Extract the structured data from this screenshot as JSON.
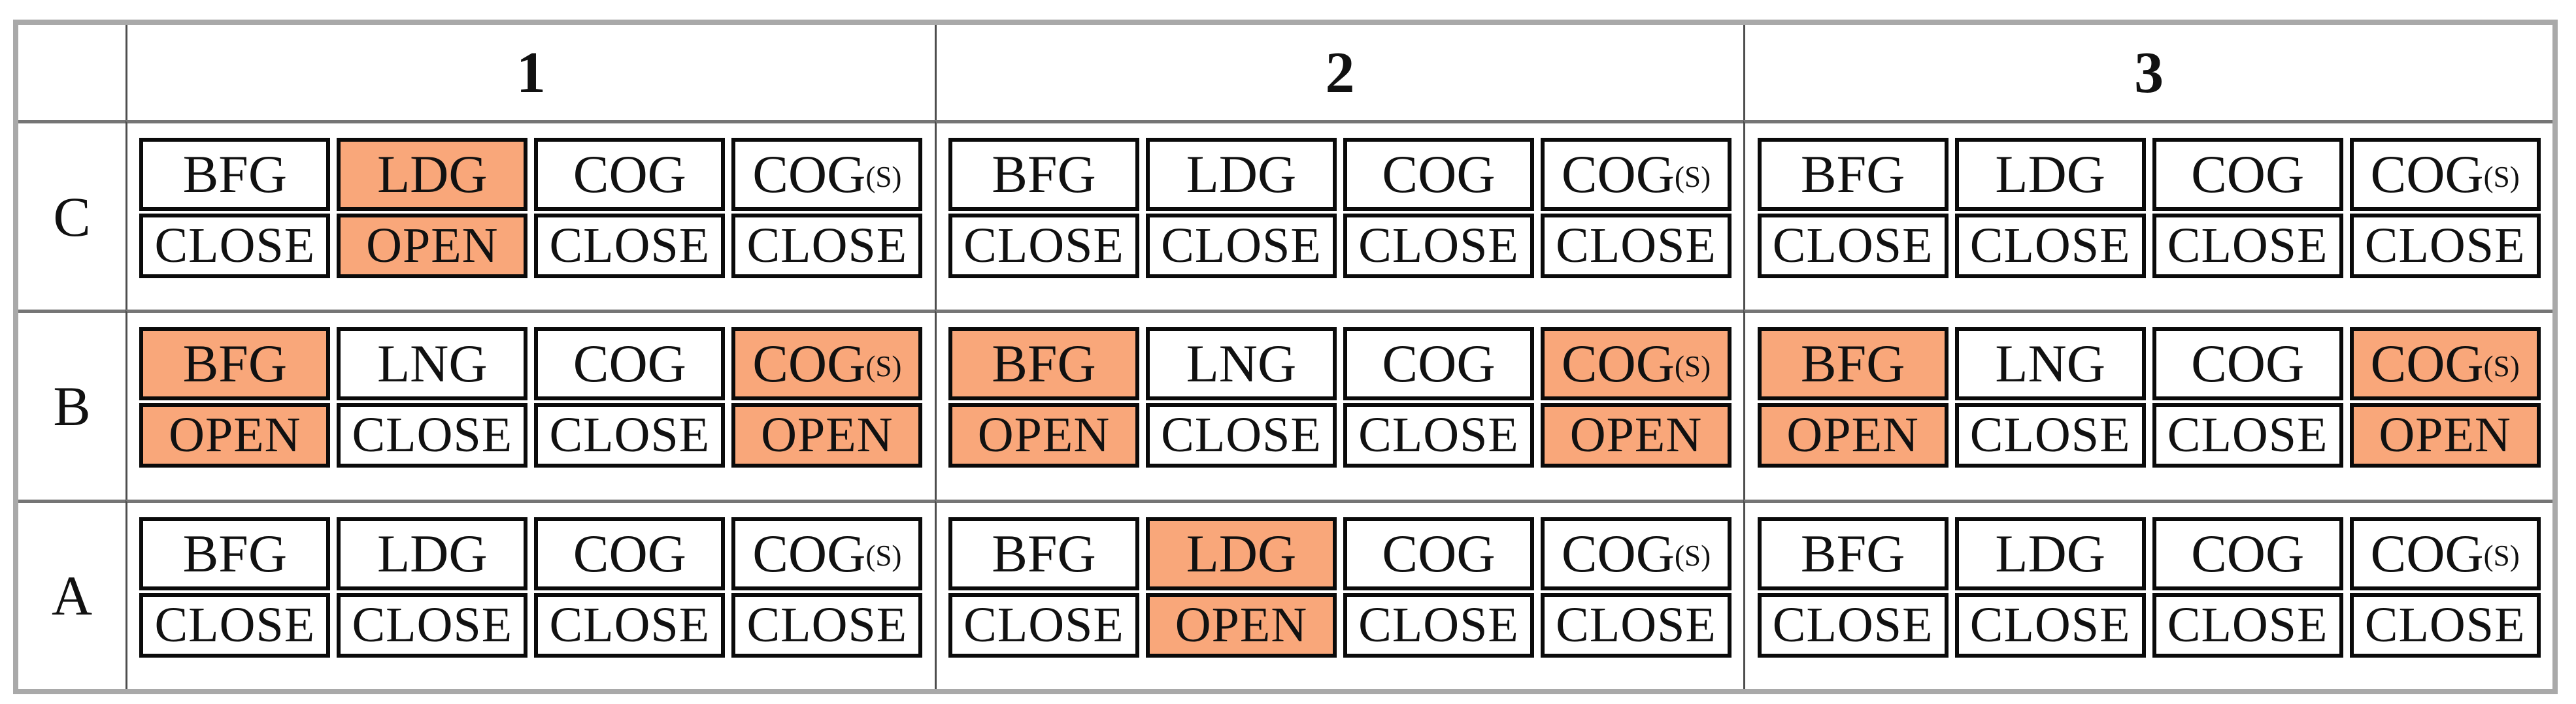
{
  "palette": {
    "open_fill": "#F9A77A",
    "closed_fill": "#FFFFFF",
    "frame_gray": "#A9A9A9",
    "grid_dark": "#4D4D4D",
    "row_gray": "#757575",
    "box_border": "#0A0A0A"
  },
  "header": {
    "columns": [
      "1",
      "2",
      "3"
    ]
  },
  "rows": [
    {
      "label": "C",
      "cells": [
        {
          "toggles": [
            {
              "gas": "BFG",
              "suffix": "",
              "state": "CLOSE",
              "open": false
            },
            {
              "gas": "LDG",
              "suffix": "",
              "state": "OPEN",
              "open": true
            },
            {
              "gas": "COG",
              "suffix": "",
              "state": "CLOSE",
              "open": false
            },
            {
              "gas": "COG",
              "suffix": "(S)",
              "state": "CLOSE",
              "open": false
            }
          ]
        },
        {
          "toggles": [
            {
              "gas": "BFG",
              "suffix": "",
              "state": "CLOSE",
              "open": false
            },
            {
              "gas": "LDG",
              "suffix": "",
              "state": "CLOSE",
              "open": false
            },
            {
              "gas": "COG",
              "suffix": "",
              "state": "CLOSE",
              "open": false
            },
            {
              "gas": "COG",
              "suffix": "(S)",
              "state": "CLOSE",
              "open": false
            }
          ]
        },
        {
          "toggles": [
            {
              "gas": "BFG",
              "suffix": "",
              "state": "CLOSE",
              "open": false
            },
            {
              "gas": "LDG",
              "suffix": "",
              "state": "CLOSE",
              "open": false
            },
            {
              "gas": "COG",
              "suffix": "",
              "state": "CLOSE",
              "open": false
            },
            {
              "gas": "COG",
              "suffix": "(S)",
              "state": "CLOSE",
              "open": false
            }
          ]
        }
      ]
    },
    {
      "label": "B",
      "cells": [
        {
          "toggles": [
            {
              "gas": "BFG",
              "suffix": "",
              "state": "OPEN",
              "open": true
            },
            {
              "gas": "LNG",
              "suffix": "",
              "state": "CLOSE",
              "open": false
            },
            {
              "gas": "COG",
              "suffix": "",
              "state": "CLOSE",
              "open": false
            },
            {
              "gas": "COG",
              "suffix": "(S)",
              "state": "OPEN",
              "open": true
            }
          ]
        },
        {
          "toggles": [
            {
              "gas": "BFG",
              "suffix": "",
              "state": "OPEN",
              "open": true
            },
            {
              "gas": "LNG",
              "suffix": "",
              "state": "CLOSE",
              "open": false
            },
            {
              "gas": "COG",
              "suffix": "",
              "state": "CLOSE",
              "open": false
            },
            {
              "gas": "COG",
              "suffix": "(S)",
              "state": "OPEN",
              "open": true
            }
          ]
        },
        {
          "toggles": [
            {
              "gas": "BFG",
              "suffix": "",
              "state": "OPEN",
              "open": true
            },
            {
              "gas": "LNG",
              "suffix": "",
              "state": "CLOSE",
              "open": false
            },
            {
              "gas": "COG",
              "suffix": "",
              "state": "CLOSE",
              "open": false
            },
            {
              "gas": "COG",
              "suffix": "(S)",
              "state": "OPEN",
              "open": true
            }
          ]
        }
      ]
    },
    {
      "label": "A",
      "cells": [
        {
          "toggles": [
            {
              "gas": "BFG",
              "suffix": "",
              "state": "CLOSE",
              "open": false
            },
            {
              "gas": "LDG",
              "suffix": "",
              "state": "CLOSE",
              "open": false
            },
            {
              "gas": "COG",
              "suffix": "",
              "state": "CLOSE",
              "open": false
            },
            {
              "gas": "COG",
              "suffix": "(S)",
              "state": "CLOSE",
              "open": false
            }
          ]
        },
        {
          "toggles": [
            {
              "gas": "BFG",
              "suffix": "",
              "state": "CLOSE",
              "open": false
            },
            {
              "gas": "LDG",
              "suffix": "",
              "state": "OPEN",
              "open": true
            },
            {
              "gas": "COG",
              "suffix": "",
              "state": "CLOSE",
              "open": false
            },
            {
              "gas": "COG",
              "suffix": "(S)",
              "state": "CLOSE",
              "open": false
            }
          ]
        },
        {
          "toggles": [
            {
              "gas": "BFG",
              "suffix": "",
              "state": "CLOSE",
              "open": false
            },
            {
              "gas": "LDG",
              "suffix": "",
              "state": "CLOSE",
              "open": false
            },
            {
              "gas": "COG",
              "suffix": "",
              "state": "CLOSE",
              "open": false
            },
            {
              "gas": "COG",
              "suffix": "(S)",
              "state": "CLOSE",
              "open": false
            }
          ]
        }
      ]
    }
  ]
}
